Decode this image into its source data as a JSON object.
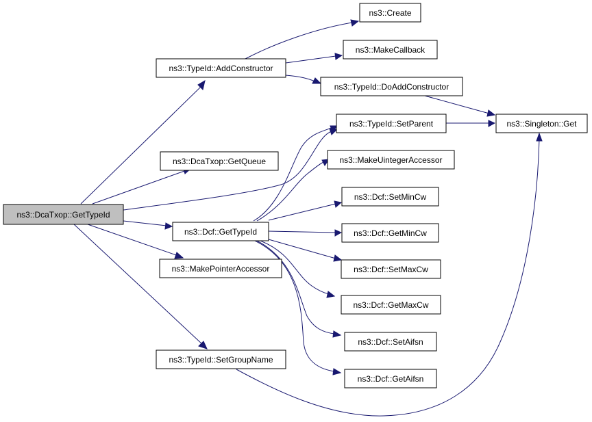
{
  "nodes": {
    "get_type_id": "ns3::DcaTxop::GetTypeId",
    "add_constructor": "ns3::TypeId::AddConstructor",
    "create": "ns3::Create",
    "make_callback": "ns3::MakeCallback",
    "do_add_constructor": "ns3::TypeId::DoAddConstructor",
    "singleton_get": "ns3::Singleton::Get",
    "set_parent": "ns3::TypeId::SetParent",
    "get_queue": "ns3::DcaTxop::GetQueue",
    "make_uinteger_accessor": "ns3::MakeUintegerAccessor",
    "dcf_get_type_id": "ns3::Dcf::GetTypeId",
    "set_min_cw": "ns3::Dcf::SetMinCw",
    "get_min_cw": "ns3::Dcf::GetMinCw",
    "make_pointer_accessor": "ns3::MakePointerAccessor",
    "set_max_cw": "ns3::Dcf::SetMaxCw",
    "get_max_cw": "ns3::Dcf::GetMaxCw",
    "set_aifsn": "ns3::Dcf::SetAifsn",
    "get_aifsn": "ns3::Dcf::GetAifsn",
    "set_group_name": "ns3::TypeId::SetGroupName"
  },
  "edges": [
    [
      "get_type_id",
      "add_constructor"
    ],
    [
      "get_type_id",
      "get_queue"
    ],
    [
      "get_type_id",
      "set_parent"
    ],
    [
      "get_type_id",
      "dcf_get_type_id"
    ],
    [
      "get_type_id",
      "make_pointer_accessor"
    ],
    [
      "get_type_id",
      "set_group_name"
    ],
    [
      "add_constructor",
      "create"
    ],
    [
      "add_constructor",
      "make_callback"
    ],
    [
      "add_constructor",
      "do_add_constructor"
    ],
    [
      "do_add_constructor",
      "singleton_get"
    ],
    [
      "set_parent",
      "singleton_get"
    ],
    [
      "dcf_get_type_id",
      "set_parent"
    ],
    [
      "dcf_get_type_id",
      "make_uinteger_accessor"
    ],
    [
      "dcf_get_type_id",
      "set_min_cw"
    ],
    [
      "dcf_get_type_id",
      "get_min_cw"
    ],
    [
      "dcf_get_type_id",
      "set_max_cw"
    ],
    [
      "dcf_get_type_id",
      "get_max_cw"
    ],
    [
      "dcf_get_type_id",
      "set_aifsn"
    ],
    [
      "dcf_get_type_id",
      "get_aifsn"
    ],
    [
      "set_group_name",
      "singleton_get"
    ]
  ],
  "colors": {
    "edge": "#191970",
    "root_fill": "#bfbfbf",
    "node_fill": "#ffffff",
    "node_border": "#000000"
  }
}
